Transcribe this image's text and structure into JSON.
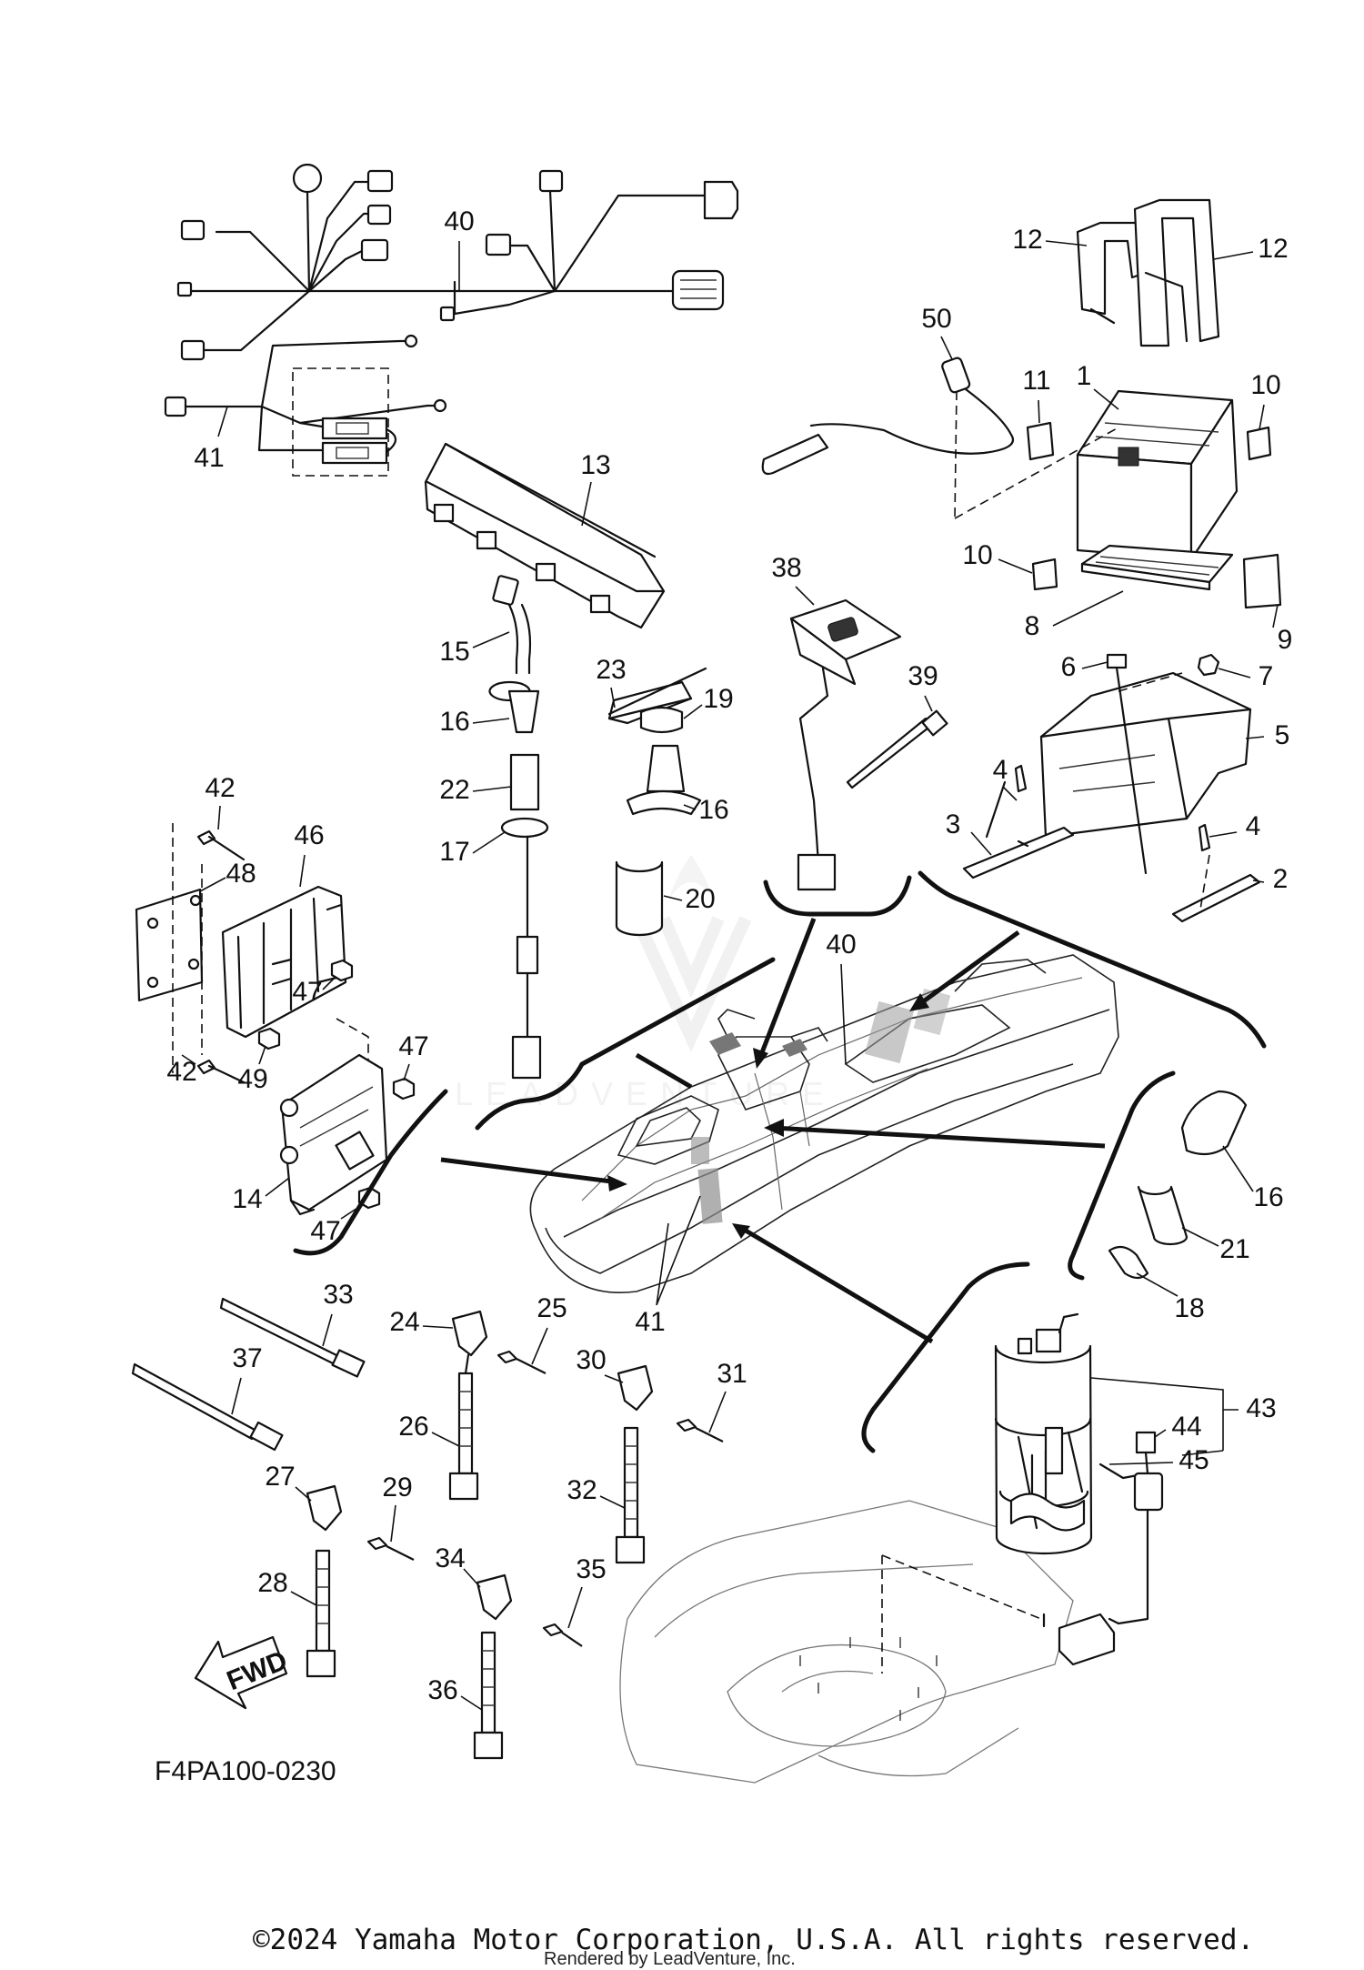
{
  "diagram": {
    "drawing_code": "F4PA100-0230",
    "fwd_label": "FWD",
    "copyright": "©2024 Yamaha Motor Corporation, U.S.A. All rights reserved.",
    "rendered_by": "Rendered by LeadVenture, Inc.",
    "callouts": [
      {
        "id": "c40a",
        "text": "40"
      },
      {
        "id": "c41a",
        "text": "41"
      },
      {
        "id": "c12a",
        "text": "12"
      },
      {
        "id": "c12b",
        "text": "12"
      },
      {
        "id": "c50",
        "text": "50"
      },
      {
        "id": "c11",
        "text": "11"
      },
      {
        "id": "c1",
        "text": "1"
      },
      {
        "id": "c10a",
        "text": "10"
      },
      {
        "id": "c13",
        "text": "13"
      },
      {
        "id": "c10b",
        "text": "10"
      },
      {
        "id": "c38",
        "text": "38"
      },
      {
        "id": "c8",
        "text": "8"
      },
      {
        "id": "c9",
        "text": "9"
      },
      {
        "id": "c15",
        "text": "15"
      },
      {
        "id": "c23",
        "text": "23"
      },
      {
        "id": "c19",
        "text": "19"
      },
      {
        "id": "c6",
        "text": "6"
      },
      {
        "id": "c7",
        "text": "7"
      },
      {
        "id": "c39",
        "text": "39"
      },
      {
        "id": "c16a",
        "text": "16"
      },
      {
        "id": "c5",
        "text": "5"
      },
      {
        "id": "c42a",
        "text": "42"
      },
      {
        "id": "c22",
        "text": "22"
      },
      {
        "id": "c16b",
        "text": "16"
      },
      {
        "id": "c4a",
        "text": "4"
      },
      {
        "id": "c46",
        "text": "46"
      },
      {
        "id": "c3",
        "text": "3"
      },
      {
        "id": "c4b",
        "text": "4"
      },
      {
        "id": "c48",
        "text": "48"
      },
      {
        "id": "c17",
        "text": "17"
      },
      {
        "id": "c2",
        "text": "2"
      },
      {
        "id": "c20",
        "text": "20"
      },
      {
        "id": "c40b",
        "text": "40"
      },
      {
        "id": "c47a",
        "text": "47"
      },
      {
        "id": "c47b",
        "text": "47"
      },
      {
        "id": "c42b",
        "text": "42"
      },
      {
        "id": "c49",
        "text": "49"
      },
      {
        "id": "c14",
        "text": "14"
      },
      {
        "id": "c47c",
        "text": "47"
      },
      {
        "id": "c16c",
        "text": "16"
      },
      {
        "id": "c21",
        "text": "21"
      },
      {
        "id": "c18",
        "text": "18"
      },
      {
        "id": "c41b",
        "text": "41"
      },
      {
        "id": "c33",
        "text": "33"
      },
      {
        "id": "c24",
        "text": "24"
      },
      {
        "id": "c25",
        "text": "25"
      },
      {
        "id": "c37",
        "text": "37"
      },
      {
        "id": "c30",
        "text": "30"
      },
      {
        "id": "c31",
        "text": "31"
      },
      {
        "id": "c43",
        "text": "43"
      },
      {
        "id": "c44",
        "text": "44"
      },
      {
        "id": "c26",
        "text": "26"
      },
      {
        "id": "c45",
        "text": "45"
      },
      {
        "id": "c27",
        "text": "27"
      },
      {
        "id": "c29",
        "text": "29"
      },
      {
        "id": "c32",
        "text": "32"
      },
      {
        "id": "c34",
        "text": "34"
      },
      {
        "id": "c35",
        "text": "35"
      },
      {
        "id": "c28",
        "text": "28"
      },
      {
        "id": "c36",
        "text": "36"
      }
    ]
  }
}
